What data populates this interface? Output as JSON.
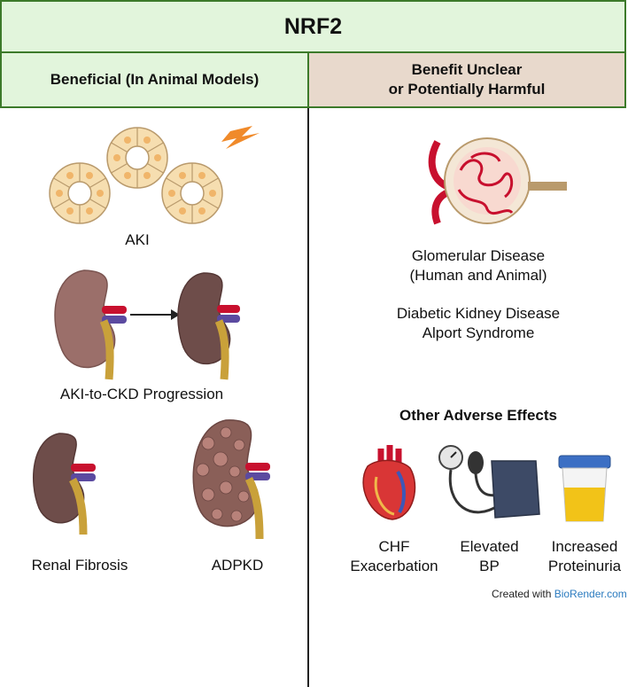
{
  "title": "NRF2",
  "left_header": "Beneficial (In Animal Models)",
  "right_header": {
    "line1": "Benefit Unclear",
    "line2": "or Potentially Harmful"
  },
  "left_items": {
    "aki": "AKI",
    "aki_ckd": "AKI-to-CKD Progression",
    "renal_fibrosis": "Renal Fibrosis",
    "adpkd": "ADPKD"
  },
  "right_items": {
    "glomerular_line1": "Glomerular Disease",
    "glomerular_line2": "(Human and Animal)",
    "diabetic": "Diabetic Kidney Disease",
    "alport": "Alport Syndrome"
  },
  "adverse": {
    "title": "Other Adverse Effects",
    "chf_line1": "CHF",
    "chf_line2": "Exacerbation",
    "bp_line1": "Elevated",
    "bp_line2": "BP",
    "prot_line1": "Increased",
    "prot_line2": "Proteinuria"
  },
  "credit": {
    "prefix": "Created with ",
    "brand": "BioRender.com"
  },
  "colors": {
    "header_green": "#e2f5dc",
    "header_tan": "#e8d9cc",
    "border_green": "#3c7a2a",
    "kidney_healthy": "#9b6f6a",
    "kidney_diseased": "#6e4d4a",
    "cell": "#f6deb0",
    "nucleus": "#f0b56a",
    "lightning": "#f08a2a"
  }
}
